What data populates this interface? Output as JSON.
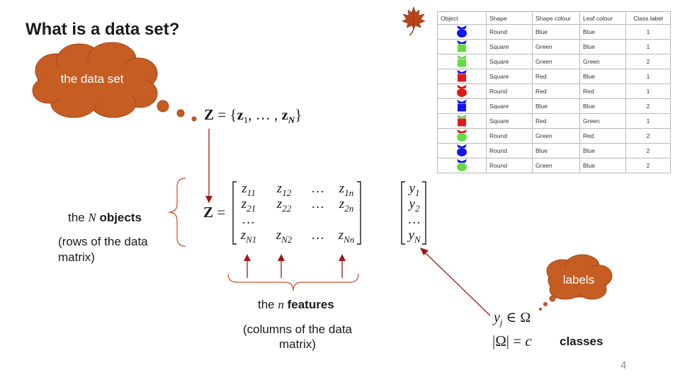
{
  "slide": {
    "title": "What is a data set?",
    "page_number": "4"
  },
  "clouds": {
    "data_set": "the data set",
    "labels": "labels"
  },
  "equation_set": {
    "lhs": "Z",
    "eq": "=",
    "open": "{",
    "z1": "z",
    "sub1": "1",
    "sep": ", … , ",
    "zN": "z",
    "subN": "N",
    "close": "}"
  },
  "matrix": {
    "lhs": "Z",
    "eq": "=",
    "rows": [
      [
        [
          "z",
          "11"
        ],
        [
          "z",
          "12"
        ],
        [
          "…",
          ""
        ],
        [
          "z",
          "1n"
        ]
      ],
      [
        [
          "z",
          "21"
        ],
        [
          "z",
          "22"
        ],
        [
          "…",
          ""
        ],
        [
          "z",
          "2n"
        ]
      ],
      [
        [
          "…",
          ""
        ],
        [
          "",
          ""
        ],
        [
          "",
          ""
        ],
        [
          "",
          ""
        ]
      ],
      [
        [
          "z",
          "N1"
        ],
        [
          "z",
          "N2"
        ],
        [
          "…",
          ""
        ],
        [
          "z",
          "Nn"
        ]
      ]
    ]
  },
  "labels_vector": [
    [
      "y",
      "1"
    ],
    [
      "y",
      "2"
    ],
    [
      "…",
      ""
    ],
    [
      "y",
      "N"
    ]
  ],
  "objects_label": {
    "prefix": "the ",
    "var": "N",
    "bold": "objects",
    "sub_line1": "(rows of the data",
    "sub_line2": "matrix)"
  },
  "features_label": {
    "prefix": "the ",
    "var": "n",
    "bold": "features",
    "sub_line1": "(columns of the data",
    "sub_line2": "matrix)"
  },
  "classes": {
    "y": "y",
    "sub": "j",
    "in": " ∈ Ω",
    "card": "|Ω| = ",
    "c": "c",
    "word": "classes"
  },
  "colors": {
    "cloud": "#c65d23",
    "arrow": "#a01616",
    "bracket": "#cc4f2b",
    "blue": "#1515ee",
    "green": "#66d946",
    "red": "#dd1b1b"
  },
  "table": {
    "headers": [
      "Object",
      "Shape",
      "Shape colour",
      "Leaf colour",
      "Class label"
    ],
    "rows": [
      {
        "shape": "Round",
        "shape_colour": "Blue",
        "leaf_colour": "Blue",
        "class_label": "1"
      },
      {
        "shape": "Square",
        "shape_colour": "Green",
        "leaf_colour": "Blue",
        "class_label": "1"
      },
      {
        "shape": "Square",
        "shape_colour": "Green",
        "leaf_colour": "Green",
        "class_label": "2"
      },
      {
        "shape": "Square",
        "shape_colour": "Red",
        "leaf_colour": "Blue",
        "class_label": "1"
      },
      {
        "shape": "Round",
        "shape_colour": "Red",
        "leaf_colour": "Red",
        "class_label": "1"
      },
      {
        "shape": "Square",
        "shape_colour": "Blue",
        "leaf_colour": "Blue",
        "class_label": "2"
      },
      {
        "shape": "Square",
        "shape_colour": "Red",
        "leaf_colour": "Green",
        "class_label": "1"
      },
      {
        "shape": "Round",
        "shape_colour": "Green",
        "leaf_colour": "Red",
        "class_label": "2"
      },
      {
        "shape": "Round",
        "shape_colour": "Blue",
        "leaf_colour": "Blue",
        "class_label": "2"
      },
      {
        "shape": "Round",
        "shape_colour": "Green",
        "leaf_colour": "Blue",
        "class_label": "2"
      }
    ]
  },
  "icons": {
    "leaf": "maple-leaf-icon"
  }
}
